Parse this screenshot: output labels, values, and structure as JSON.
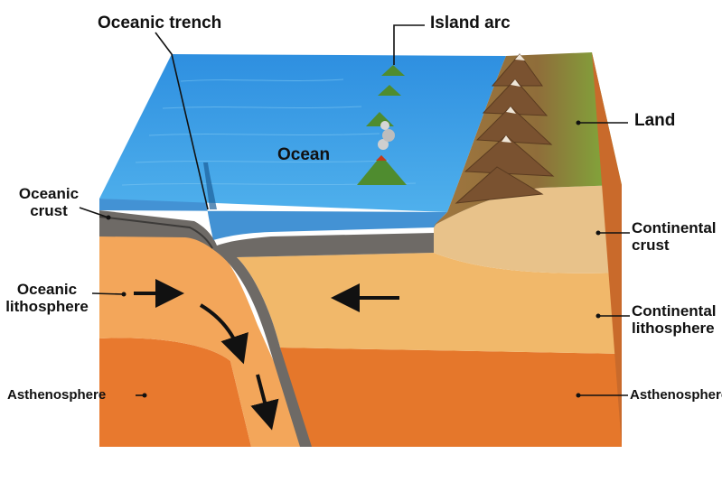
{
  "labels": {
    "oceanic_trench": "Oceanic trench",
    "island_arc": "Island arc",
    "land": "Land",
    "ocean": "Ocean",
    "oceanic_crust_1": "Oceanic",
    "oceanic_crust_2": "crust",
    "continental_crust_1": "Continental",
    "continental_crust_2": "crust",
    "oceanic_lithosphere_1": "Oceanic",
    "oceanic_lithosphere_2": "lithosphere",
    "continental_lithosphere_1": "Continental",
    "continental_lithosphere_2": "lithosphere",
    "asthenosphere_left": "Asthenosphere",
    "asthenosphere_right": "Asthenosphere"
  },
  "colors": {
    "ocean_top": "#3a9be0",
    "ocean_front": "#2f86cf",
    "land_green": "#7fb23a",
    "mountain_brown": "#9a6b3c",
    "continental_crust": "#e8c28a",
    "continental_lithosphere": "#f1b86a",
    "oceanic_lithosphere": "#f3a65a",
    "asthenosphere": "#e8792e",
    "oceanic_crust": "#6e6a66",
    "side_face": "#d06a24"
  }
}
